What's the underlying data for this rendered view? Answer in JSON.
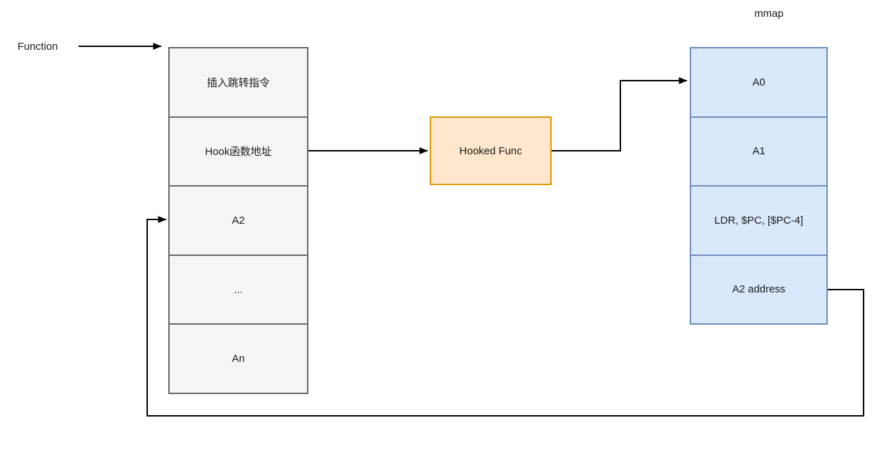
{
  "diagram": {
    "function_label": "Function",
    "mmap_label": "mmap",
    "left_stack": {
      "rows": [
        {
          "label": "插入跳转指令"
        },
        {
          "label": "Hook函数地址"
        },
        {
          "label": "A2"
        },
        {
          "label": "..."
        },
        {
          "label": "An"
        }
      ]
    },
    "hooked_func": {
      "label": "Hooked Func"
    },
    "mmap_stack": {
      "rows": [
        {
          "label": "A0"
        },
        {
          "label": "A1"
        },
        {
          "label": "LDR, $PC, [$PC-4]"
        },
        {
          "label": "A2 address"
        }
      ]
    },
    "colors": {
      "left_stack_fill": "#f5f5f5",
      "left_stack_border": "#666666",
      "hooked_func_fill": "#ffe6cc",
      "hooked_func_border": "#d79b00",
      "mmap_fill": "#dae8fc",
      "mmap_border": "#6c8ebf",
      "connector": "#000000",
      "text": "#1a1a1a"
    }
  }
}
